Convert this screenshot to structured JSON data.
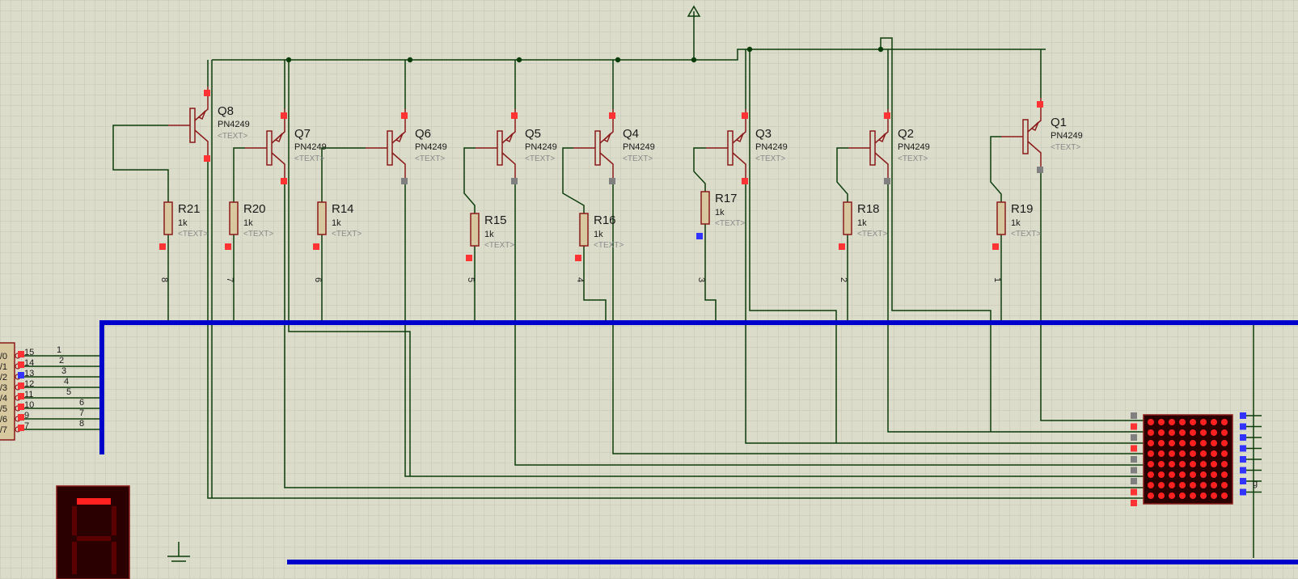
{
  "colors": {
    "background": "#dcdccb",
    "grid": "#c5c5b4",
    "wire": "#0b3d0b",
    "bus": "#0000cc",
    "component": "#8b1a1a",
    "pin_red": "#ff3333",
    "pin_gray": "#808080",
    "pin_blue": "#3333ff",
    "led_on": "#ff2020",
    "text_placeholder": "#8a8a8a"
  },
  "transistors": [
    {
      "ref": "Q8",
      "value": "PN4249",
      "text": "<TEXT>"
    },
    {
      "ref": "Q7",
      "value": "PN4249",
      "text": "<TEXT>"
    },
    {
      "ref": "Q6",
      "value": "PN4249",
      "text": "<TEXT>"
    },
    {
      "ref": "Q5",
      "value": "PN4249",
      "text": "<TEXT>"
    },
    {
      "ref": "Q4",
      "value": "PN4249",
      "text": "<TEXT>"
    },
    {
      "ref": "Q3",
      "value": "PN4249",
      "text": "<TEXT>"
    },
    {
      "ref": "Q2",
      "value": "PN4249",
      "text": "<TEXT>"
    },
    {
      "ref": "Q1",
      "value": "PN4249",
      "text": "<TEXT>"
    }
  ],
  "resistors": [
    {
      "ref": "R21",
      "value": "1k",
      "text": "<TEXT>",
      "net": "8"
    },
    {
      "ref": "R20",
      "value": "1k",
      "text": "<TEXT>",
      "net": "7"
    },
    {
      "ref": "R14",
      "value": "1k",
      "text": "<TEXT>",
      "net": "6"
    },
    {
      "ref": "R15",
      "value": "1k",
      "text": "<TEXT>",
      "net": "5"
    },
    {
      "ref": "R16",
      "value": "1k",
      "text": "<TEXT>",
      "net": "4"
    },
    {
      "ref": "R17",
      "value": "1k",
      "text": "<TEXT>",
      "net": "3"
    },
    {
      "ref": "R18",
      "value": "1k",
      "text": "<TEXT>",
      "net": "2"
    },
    {
      "ref": "R19",
      "value": "1k",
      "text": "<TEXT>",
      "net": "1"
    }
  ],
  "connector": {
    "pins": [
      {
        "label": "/0",
        "pin": "15",
        "net": "1"
      },
      {
        "label": "/1",
        "pin": "14",
        "net": "2"
      },
      {
        "label": "/2",
        "pin": "13",
        "net": "3"
      },
      {
        "label": "/3",
        "pin": "12",
        "net": "4"
      },
      {
        "label": "/4",
        "pin": "11",
        "net": "5"
      },
      {
        "label": "/5",
        "pin": "10",
        "net": "6"
      },
      {
        "label": "/6",
        "pin": "9",
        "net": "7"
      },
      {
        "label": "/7",
        "pin": "7",
        "net": "8"
      }
    ]
  },
  "matrix": {
    "rows": 8,
    "cols": 8,
    "side_label": "g"
  }
}
